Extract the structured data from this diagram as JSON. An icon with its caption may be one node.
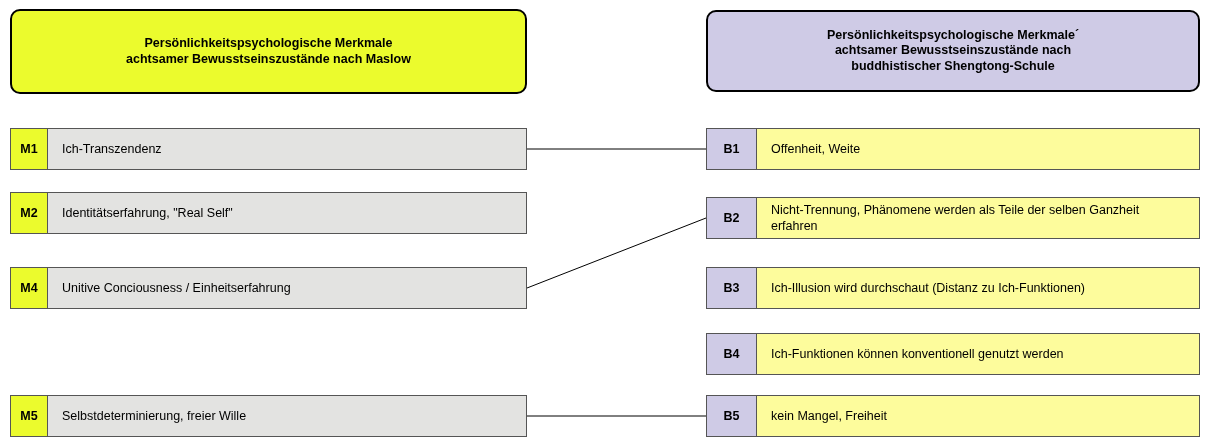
{
  "diagram": {
    "nodes": [
      {
        "text": [
          "Persönlichkeitspsychologische Merkmale achtsamer Bewusstseinszustände nach Maslow"
        ]
      },
      {
        "text": [
          "Persönlichkeitspsychologische Merkmale´ achtsamer Bewusstseinszustände nach buddhistischer Shengtong-Schule"
        ]
      },
      {
        "text": [
          "M1",
          "Ich-Transzendenz"
        ]
      },
      {
        "text": [
          "B1",
          "Offenheit, Weite"
        ]
      },
      {
        "text": [
          "M2",
          "Identitätserfahrung, \"Real Self\""
        ]
      },
      {
        "text": [
          "B2",
          "Nicht-Trennung, Phänomene werden als Teile der selben Ganzheit erfahren"
        ]
      },
      {
        "text": [
          "M4",
          "Unitive Conciousness / Einheitserfahrung"
        ]
      },
      {
        "text": [
          "B3",
          "Ich-Illusion wird durchschaut (Distanz zu Ich-Funktionen)"
        ]
      },
      {
        "text": [
          "B4",
          "Ich-Funktionen können konventionell genutzt werden"
        ]
      },
      {
        "text": [
          "M5",
          "Selbstdeterminierung, freier Wille"
        ]
      },
      {
        "text": [
          "B5",
          "kein Mangel, Freiheit"
        ]
      }
    ],
    "edges": [
      {
        "from": 2,
        "to": 3,
        "arrow": "none"
      },
      {
        "from": 6,
        "to": 5,
        "arrow": "none"
      },
      {
        "from": 9,
        "to": 10,
        "arrow": "none"
      }
    ]
  }
}
